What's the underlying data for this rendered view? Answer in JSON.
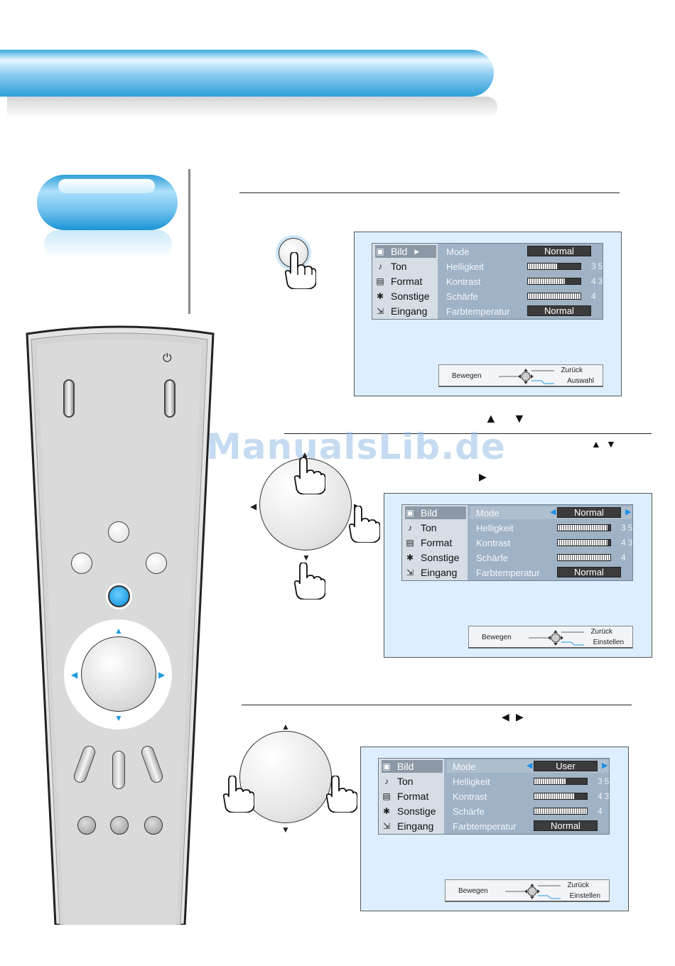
{
  "watermark": "ManualsLib.de",
  "osd_menus": [
    {
      "menu_items": [
        {
          "label": "Bild",
          "icon": "picture-icon",
          "selected": true
        },
        {
          "label": "Ton",
          "icon": "sound-icon",
          "selected": false
        },
        {
          "label": "Format",
          "icon": "format-icon",
          "selected": false
        },
        {
          "label": "Sonstige",
          "icon": "misc-icon",
          "selected": false
        },
        {
          "label": "Eingang",
          "icon": "input-icon",
          "selected": false
        }
      ],
      "rows": [
        {
          "label": "Mode",
          "type": "value",
          "value": "Normal"
        },
        {
          "label": "Helligkeit",
          "type": "bar",
          "value": "35",
          "level": 0.55
        },
        {
          "label": "Kontrast",
          "type": "bar",
          "value": "43",
          "level": 0.7
        },
        {
          "label": "Schärfe",
          "type": "bar",
          "value": "4",
          "level": 1.0
        },
        {
          "label": "Farbtemperatur",
          "type": "value",
          "value": "Normal"
        }
      ],
      "help": {
        "move": "Bewegen",
        "back": "Zurück",
        "ok": "Auswahl"
      }
    },
    {
      "menu_items": [
        {
          "label": "Bild",
          "icon": "picture-icon",
          "selected": true
        },
        {
          "label": "Ton",
          "icon": "sound-icon",
          "selected": false
        },
        {
          "label": "Format",
          "icon": "format-icon",
          "selected": false
        },
        {
          "label": "Sonstige",
          "icon": "misc-icon",
          "selected": false
        },
        {
          "label": "Eingang",
          "icon": "input-icon",
          "selected": false
        }
      ],
      "rows": [
        {
          "label": "Mode",
          "type": "value",
          "value": "Normal",
          "highlight": true
        },
        {
          "label": "Helligkeit",
          "type": "bar",
          "value": "35",
          "level": 0.95
        },
        {
          "label": "Kontrast",
          "type": "bar",
          "value": "43",
          "level": 0.95
        },
        {
          "label": "Schärfe",
          "type": "bar",
          "value": "4",
          "level": 1.0
        },
        {
          "label": "Farbtemperatur",
          "type": "value",
          "value": "Normal"
        }
      ],
      "help": {
        "move": "Bewegen",
        "back": "Zurück",
        "ok": "Einstellen"
      }
    },
    {
      "menu_items": [
        {
          "label": "Bild",
          "icon": "picture-icon",
          "selected": true
        },
        {
          "label": "Ton",
          "icon": "sound-icon",
          "selected": false
        },
        {
          "label": "Format",
          "icon": "format-icon",
          "selected": false
        },
        {
          "label": "Sonstige",
          "icon": "misc-icon",
          "selected": false
        },
        {
          "label": "Eingang",
          "icon": "input-icon",
          "selected": false
        }
      ],
      "rows": [
        {
          "label": "Mode",
          "type": "value",
          "value": "User",
          "highlight": true
        },
        {
          "label": "Helligkeit",
          "type": "bar",
          "value": "35",
          "level": 0.6
        },
        {
          "label": "Kontrast",
          "type": "bar",
          "value": "43",
          "level": 0.75
        },
        {
          "label": "Schärfe",
          "type": "bar",
          "value": "4",
          "level": 1.0
        },
        {
          "label": "Farbtemperatur",
          "type": "value",
          "value": "Normal"
        }
      ],
      "help": {
        "move": "Bewegen",
        "back": "Zurück",
        "ok": "Einstellen"
      }
    }
  ],
  "colors": {
    "accent": "#1e9ae0",
    "panel_bg": "#ddefff",
    "osd_bg": "#9fb2c6"
  }
}
